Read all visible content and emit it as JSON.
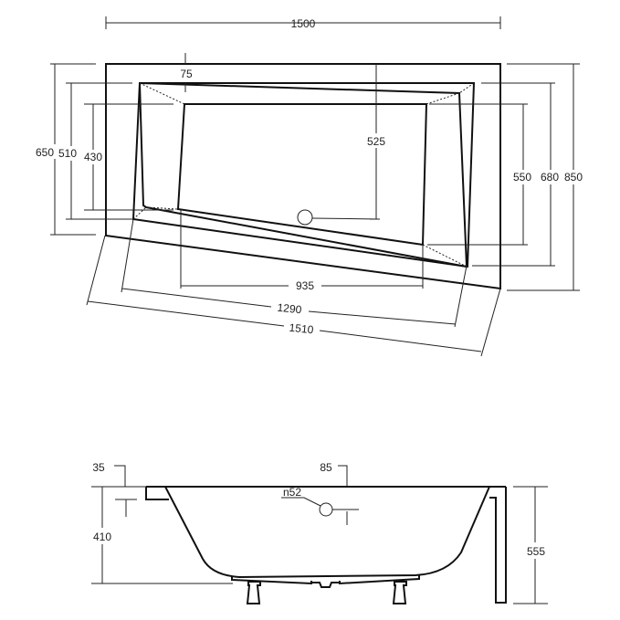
{
  "top_view": {
    "dimensions": {
      "overall_length": "1500",
      "rim_width": "75",
      "drain_offset": "525",
      "left_height_outer": "650",
      "left_height_rim": "510",
      "left_height_inner": "430",
      "right_height_inner": "550",
      "right_height_rim": "680",
      "right_height_outer": "850",
      "inner_length": "935",
      "rim_length_diagonal": "1290",
      "outer_length_diagonal": "1510"
    }
  },
  "side_view": {
    "dimensions": {
      "rim_thickness": "35",
      "overflow_offset": "85",
      "overflow_diameter": "n52",
      "depth": "410",
      "total_height": "555"
    }
  }
}
